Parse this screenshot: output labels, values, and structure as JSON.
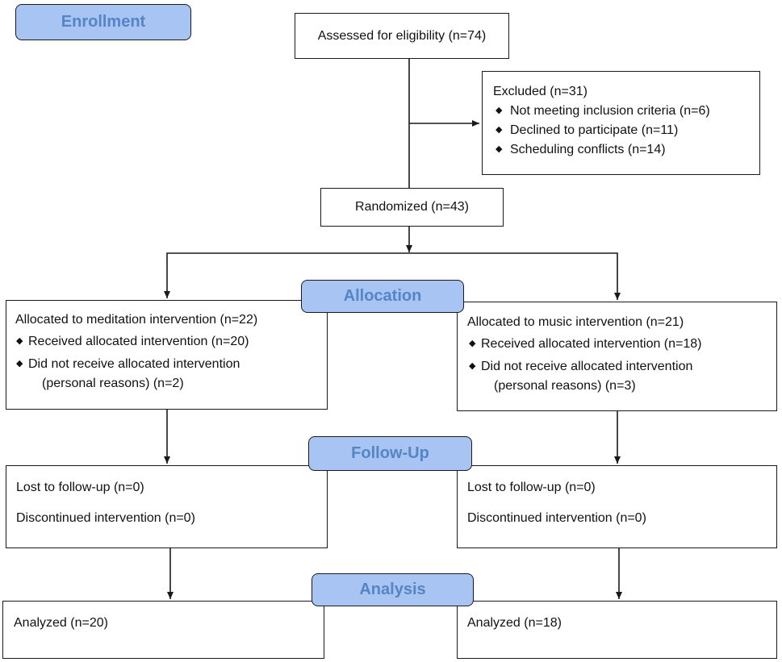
{
  "stages": {
    "enrollment": "Enrollment",
    "allocation": "Allocation",
    "follow_up": "Follow-Up",
    "analysis": "Analysis"
  },
  "assessed": "Assessed for eligibility (n=74)",
  "excluded": {
    "title": "Excluded  (n=31)",
    "items": [
      "Not meeting inclusion criteria (n=6)",
      "Declined to participate (n=11)",
      "Scheduling conflicts (n=14)"
    ]
  },
  "randomized": "Randomized (n=43)",
  "bullet_symbol": "◆",
  "arms": [
    {
      "allocated": "Allocated to meditation intervention (n=22)",
      "received": "Received allocated intervention (n=20)",
      "not_received_1": "Did not receive allocated intervention",
      "not_received_2": "(personal reasons) (n=2)",
      "lost": "Lost to follow-up (n=0)",
      "discontinued": "Discontinued intervention (n=0)",
      "analyzed": "Analyzed  (n=20)"
    },
    {
      "allocated": "Allocated to music intervention (n=21)",
      "received": "Received allocated intervention (n=18)",
      "not_received_1": "Did not receive allocated intervention",
      "not_received_2": "(personal reasons) (n=3)",
      "lost": "Lost to follow-up (n=0)",
      "discontinued": "Discontinued intervention (n=0)",
      "analyzed": "Analyzed  (n=18)"
    }
  ]
}
